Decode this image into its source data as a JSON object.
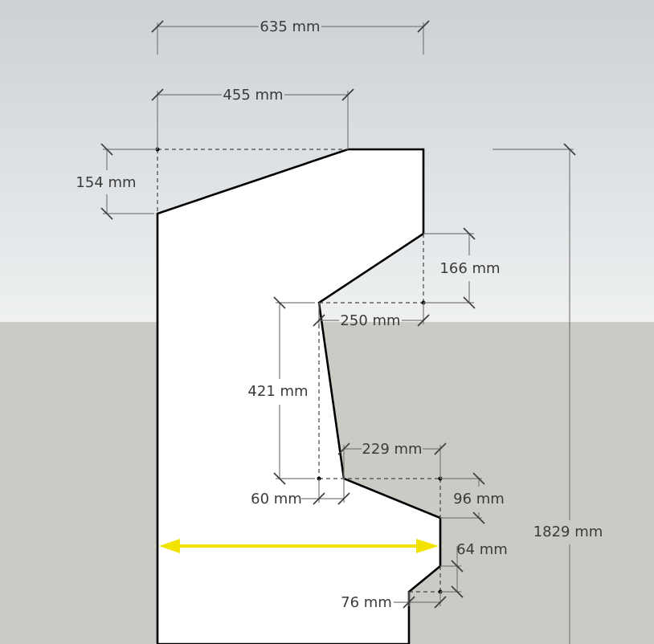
{
  "colors": {
    "sky_top": "#ccd1d6",
    "sky_horizon": "#eef0f1",
    "ground": "#cbcbc6",
    "profile_fill": "#ffffff",
    "profile_edge": "#000000",
    "dimension": "#7a7a7a",
    "text": "#3a3a3a",
    "arrow": "#f2e200"
  },
  "dimensions": {
    "total_depth": "635 mm",
    "top_depth": "455 mm",
    "top_slope_height": "154 mm",
    "screen_drop": "166 mm",
    "screen_depth": "250 mm",
    "control_panel_height": "421 mm",
    "control_inset": "60 mm",
    "control_depth": "229 mm",
    "panel_drop": "96 mm",
    "kick_height": "64 mm",
    "kick_depth": "76 mm",
    "total_height": "1829 mm"
  },
  "arrow_icon": "double-headed-arrow"
}
